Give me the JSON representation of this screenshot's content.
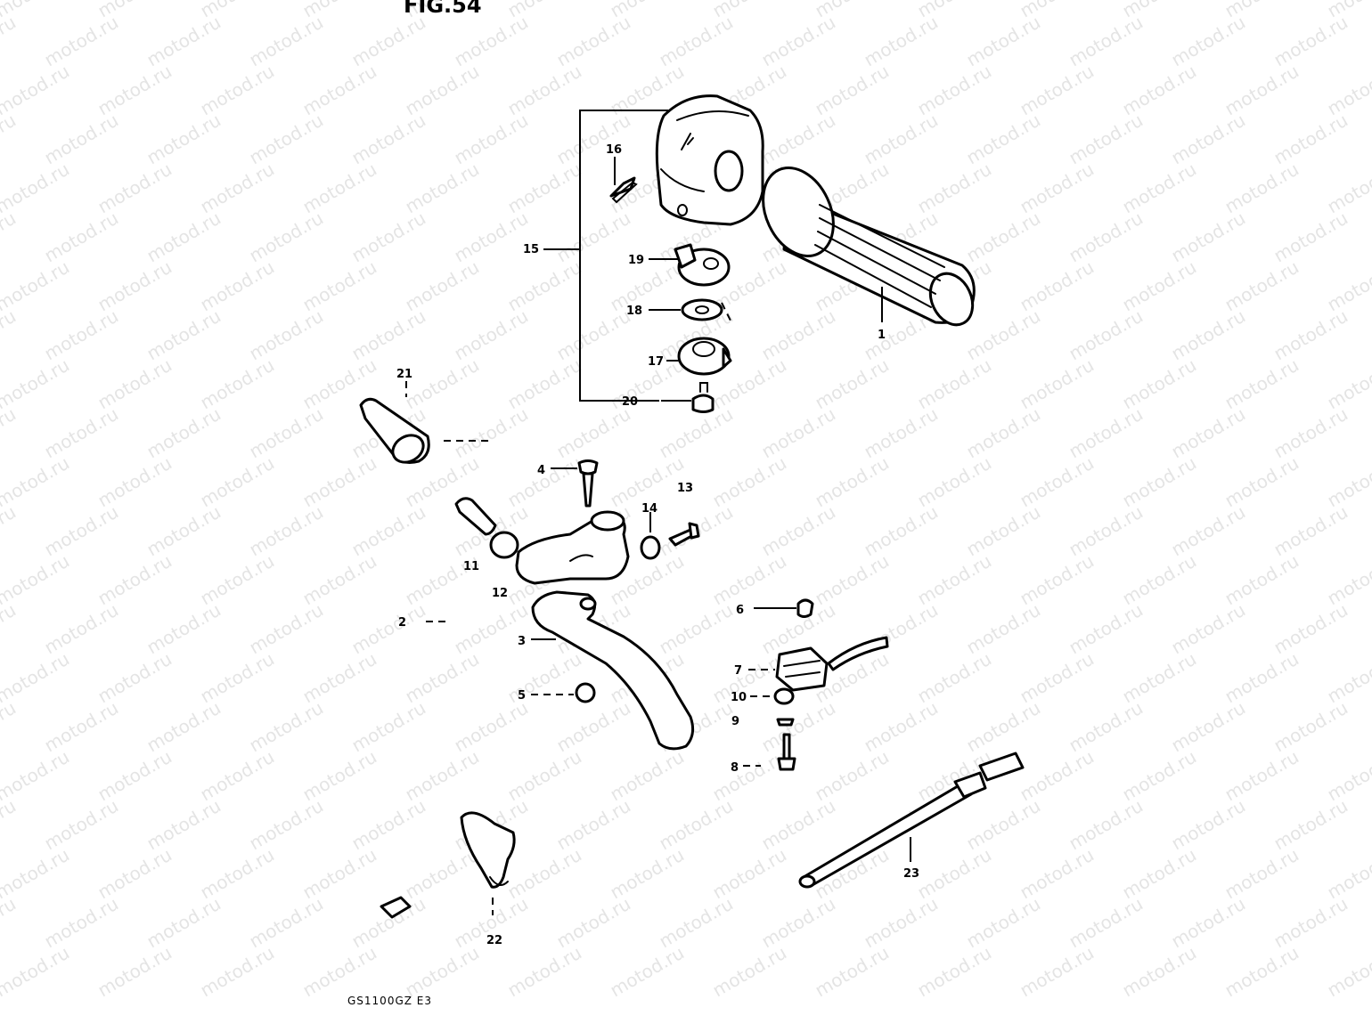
{
  "figure": {
    "title": "FIG.54",
    "model_code": "GS1100GZ E3"
  },
  "watermark": {
    "text": "motod.ru"
  },
  "callouts": [
    {
      "id": "c1",
      "label": "1"
    },
    {
      "id": "c2",
      "label": "2"
    },
    {
      "id": "c3",
      "label": "3"
    },
    {
      "id": "c4",
      "label": "4"
    },
    {
      "id": "c5",
      "label": "5"
    },
    {
      "id": "c6",
      "label": "6"
    },
    {
      "id": "c7",
      "label": "7"
    },
    {
      "id": "c8",
      "label": "8"
    },
    {
      "id": "c9",
      "label": "9"
    },
    {
      "id": "c10",
      "label": "10"
    },
    {
      "id": "c11",
      "label": "11"
    },
    {
      "id": "c12",
      "label": "12"
    },
    {
      "id": "c13",
      "label": "13"
    },
    {
      "id": "c14",
      "label": "14"
    },
    {
      "id": "c15",
      "label": "15"
    },
    {
      "id": "c16",
      "label": "16"
    },
    {
      "id": "c17",
      "label": "17"
    },
    {
      "id": "c18",
      "label": "18"
    },
    {
      "id": "c19",
      "label": "19"
    },
    {
      "id": "c20",
      "label": "20"
    },
    {
      "id": "c21",
      "label": "21"
    },
    {
      "id": "c22",
      "label": "22"
    },
    {
      "id": "c23",
      "label": "23"
    }
  ]
}
